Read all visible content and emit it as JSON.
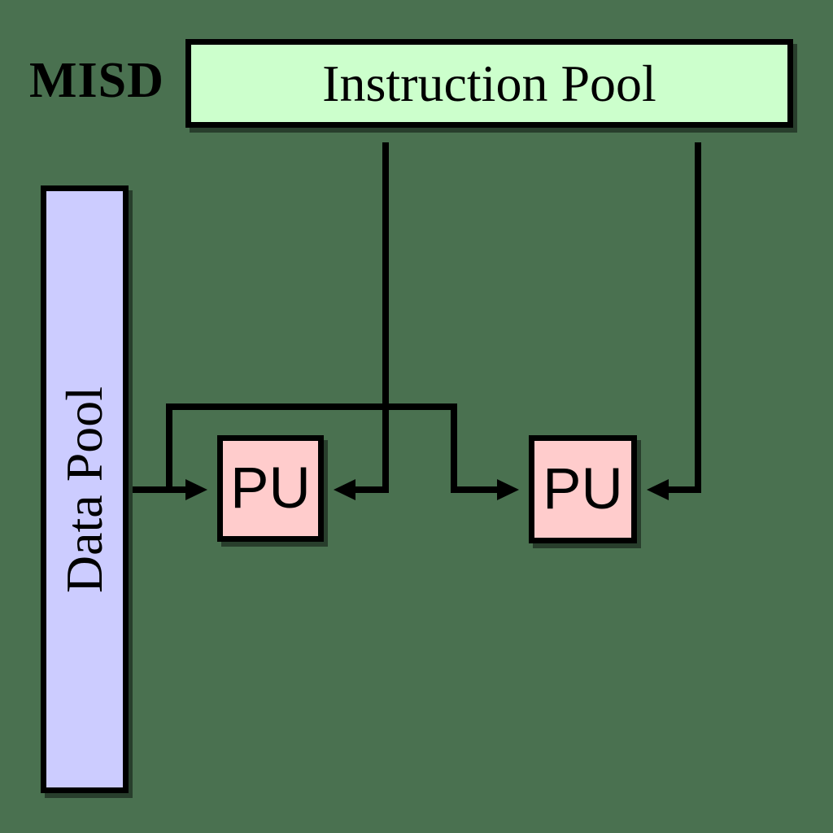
{
  "diagram": {
    "label": "MISD",
    "instruction_pool": {
      "label": "Instruction Pool"
    },
    "data_pool": {
      "label": "Data Pool"
    },
    "processing_units": [
      {
        "label": "PU"
      },
      {
        "label": "PU"
      }
    ]
  },
  "colors": {
    "background": "#4a7150",
    "instruction-pool-fill": "#ccffcc",
    "data-pool-fill": "#ccccff",
    "pu-fill": "#ffcccc",
    "stroke": "#000000",
    "text": "#000000"
  }
}
